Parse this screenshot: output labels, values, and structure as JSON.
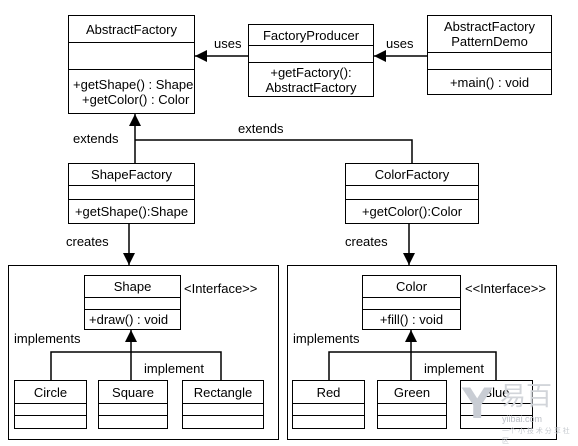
{
  "nodes": {
    "abstract_factory": {
      "name": "AbstractFactory",
      "methods": [
        "+getShape() : Shape",
        "+getColor() : Color"
      ]
    },
    "factory_producer": {
      "name": "FactoryProducer",
      "methods": [
        "+getFactory():",
        "AbstractFactory"
      ]
    },
    "demo": {
      "name_lines": [
        "AbstractFactory",
        "PatternDemo"
      ],
      "methods": [
        "+main() : void"
      ]
    },
    "shape_factory": {
      "name": "ShapeFactory",
      "methods": [
        "+getShape():Shape"
      ]
    },
    "color_factory": {
      "name": "ColorFactory",
      "methods": [
        "+getColor():Color"
      ]
    },
    "shape": {
      "name": "Shape",
      "stereotype": "<Interface>>",
      "methods": [
        "+draw() : void"
      ]
    },
    "color": {
      "name": "Color",
      "stereotype": "<<Interface>>",
      "methods": [
        "+fill() : void"
      ]
    },
    "circle": {
      "name": "Circle"
    },
    "square": {
      "name": "Square"
    },
    "rectangle": {
      "name": "Rectangle"
    },
    "red": {
      "name": "Red"
    },
    "green": {
      "name": "Green"
    },
    "blue": {
      "name": "Blue"
    }
  },
  "edges": {
    "uses_left": "uses",
    "uses_right": "uses",
    "extends_left": "extends",
    "extends_top": "extends",
    "creates_left": "creates",
    "creates_right": "creates",
    "implements_left": "implements",
    "implement_left": "implement",
    "implements_right": "implements",
    "implement_right": "implement"
  },
  "watermark": {
    "logo": "Y",
    "name": "易百",
    "url": "yiibai.com",
    "tagline": "一个 小 技 术 分 享 社 区"
  },
  "colors": {
    "line": "#000000",
    "background": "#ffffff",
    "watermark": "#c9cdd4"
  }
}
